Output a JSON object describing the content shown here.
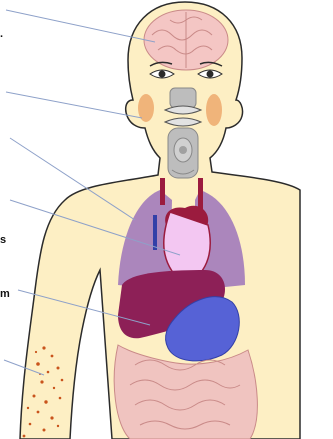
{
  "diagram": {
    "edge_labels": [
      {
        "id": "brain",
        "text": "."
      },
      {
        "id": "lungs",
        "text": "s"
      },
      {
        "id": "liver",
        "text": "m"
      }
    ]
  },
  "colors": {
    "skin": "#fdefc4",
    "skin_outline": "#2b2b2b",
    "brain": "#f4c6c4",
    "glands": "#f0b47a",
    "throat": "#bdbdbd",
    "lungs": "#a47dbb",
    "heart": "#f3c7f2",
    "aorta": "#9b1b3e",
    "liver": "#8d2057",
    "stomach": "#5662d6",
    "intestines": "#f0c4c0",
    "rash": "#c9541c",
    "pointer": "#8ea1c9"
  }
}
